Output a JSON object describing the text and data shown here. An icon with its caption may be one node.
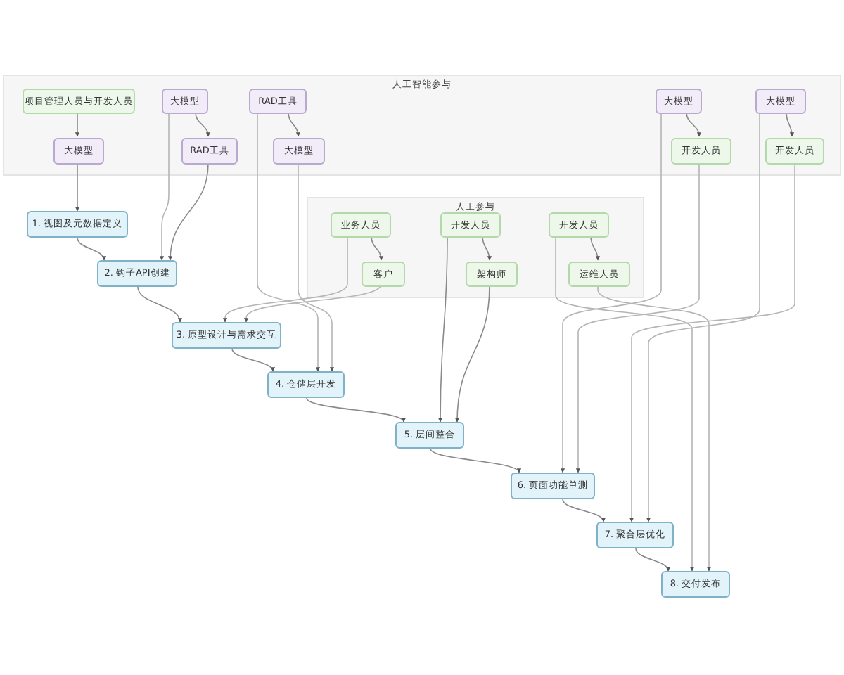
{
  "diagram": {
    "nodes": [
      {
        "text": [
          "人工智能参与"
        ]
      },
      {
        "text": [
          "项目管理人员与开发人员"
        ],
        "in": 0
      },
      {
        "text": [
          "大模型"
        ],
        "in": 0
      },
      {
        "text": [
          "RAD工具"
        ],
        "in": 0
      },
      {
        "text": [
          "大模型"
        ],
        "in": 0
      },
      {
        "text": [
          "大模型"
        ],
        "in": 0
      },
      {
        "text": [
          "大模型"
        ],
        "in": 0
      },
      {
        "text": [
          "RAD工具"
        ],
        "in": 0
      },
      {
        "text": [
          "大模型"
        ],
        "in": 0
      },
      {
        "text": [
          "开发人员"
        ],
        "in": 0
      },
      {
        "text": [
          "开发人员"
        ],
        "in": 0
      },
      {
        "text": [
          "人工参与"
        ]
      },
      {
        "text": [
          "业务人员"
        ],
        "in": 11
      },
      {
        "text": [
          "开发人员"
        ],
        "in": 11
      },
      {
        "text": [
          "开发人员"
        ],
        "in": 11
      },
      {
        "text": [
          "客户"
        ],
        "in": 11
      },
      {
        "text": [
          "架构师"
        ],
        "in": 11
      },
      {
        "text": [
          "运维人员"
        ],
        "in": 11
      },
      {
        "text": [
          "1. 视图及元数据定义"
        ]
      },
      {
        "text": [
          "2. 钩子API创建"
        ]
      },
      {
        "text": [
          "3. 原型设计与需求交互"
        ]
      },
      {
        "text": [
          "4. 仓储层开发"
        ]
      },
      {
        "text": [
          "5. 层间整合"
        ]
      },
      {
        "text": [
          "6. 页面功能单测"
        ]
      },
      {
        "text": [
          "7. 聚合层优化"
        ]
      },
      {
        "text": [
          "8. 交付发布"
        ]
      }
    ],
    "edges": [
      {
        "from": 1,
        "to": 6,
        "arrow": "to"
      },
      {
        "from": 2,
        "to": 7,
        "arrow": "to"
      },
      {
        "from": 3,
        "to": 8,
        "arrow": "to"
      },
      {
        "from": 4,
        "to": 9,
        "arrow": "to"
      },
      {
        "from": 5,
        "to": 10,
        "arrow": "to"
      },
      {
        "from": 12,
        "to": 15,
        "arrow": "to"
      },
      {
        "from": 13,
        "to": 16,
        "arrow": "to"
      },
      {
        "from": 14,
        "to": 17,
        "arrow": "to"
      },
      {
        "from": 6,
        "to": 18,
        "arrow": "to"
      },
      {
        "from": 18,
        "to": 19,
        "arrow": "to"
      },
      {
        "from": 2,
        "to": 19,
        "arrow": "to"
      },
      {
        "from": 7,
        "to": 19,
        "arrow": "to"
      },
      {
        "from": 19,
        "to": 20,
        "arrow": "to"
      },
      {
        "from": 12,
        "to": 20,
        "arrow": "to"
      },
      {
        "from": 15,
        "to": 20,
        "arrow": "to"
      },
      {
        "from": 20,
        "to": 21,
        "arrow": "to"
      },
      {
        "from": 3,
        "to": 21,
        "arrow": "to"
      },
      {
        "from": 8,
        "to": 21,
        "arrow": "to"
      },
      {
        "from": 21,
        "to": 22,
        "arrow": "to"
      },
      {
        "from": 13,
        "to": 22,
        "arrow": "to"
      },
      {
        "from": 16,
        "to": 22,
        "arrow": "to"
      },
      {
        "from": 22,
        "to": 23,
        "arrow": "to"
      },
      {
        "from": 4,
        "to": 23,
        "arrow": "to"
      },
      {
        "from": 9,
        "to": 23,
        "arrow": "to"
      },
      {
        "from": 23,
        "to": 24,
        "arrow": "to"
      },
      {
        "from": 10,
        "to": 24,
        "arrow": "to"
      },
      {
        "from": 5,
        "to": 24,
        "arrow": "to"
      },
      {
        "from": 24,
        "to": 25,
        "arrow": "to"
      },
      {
        "from": 14,
        "to": 25,
        "arrow": "to"
      },
      {
        "from": 17,
        "to": 25,
        "arrow": "to"
      }
    ]
  }
}
